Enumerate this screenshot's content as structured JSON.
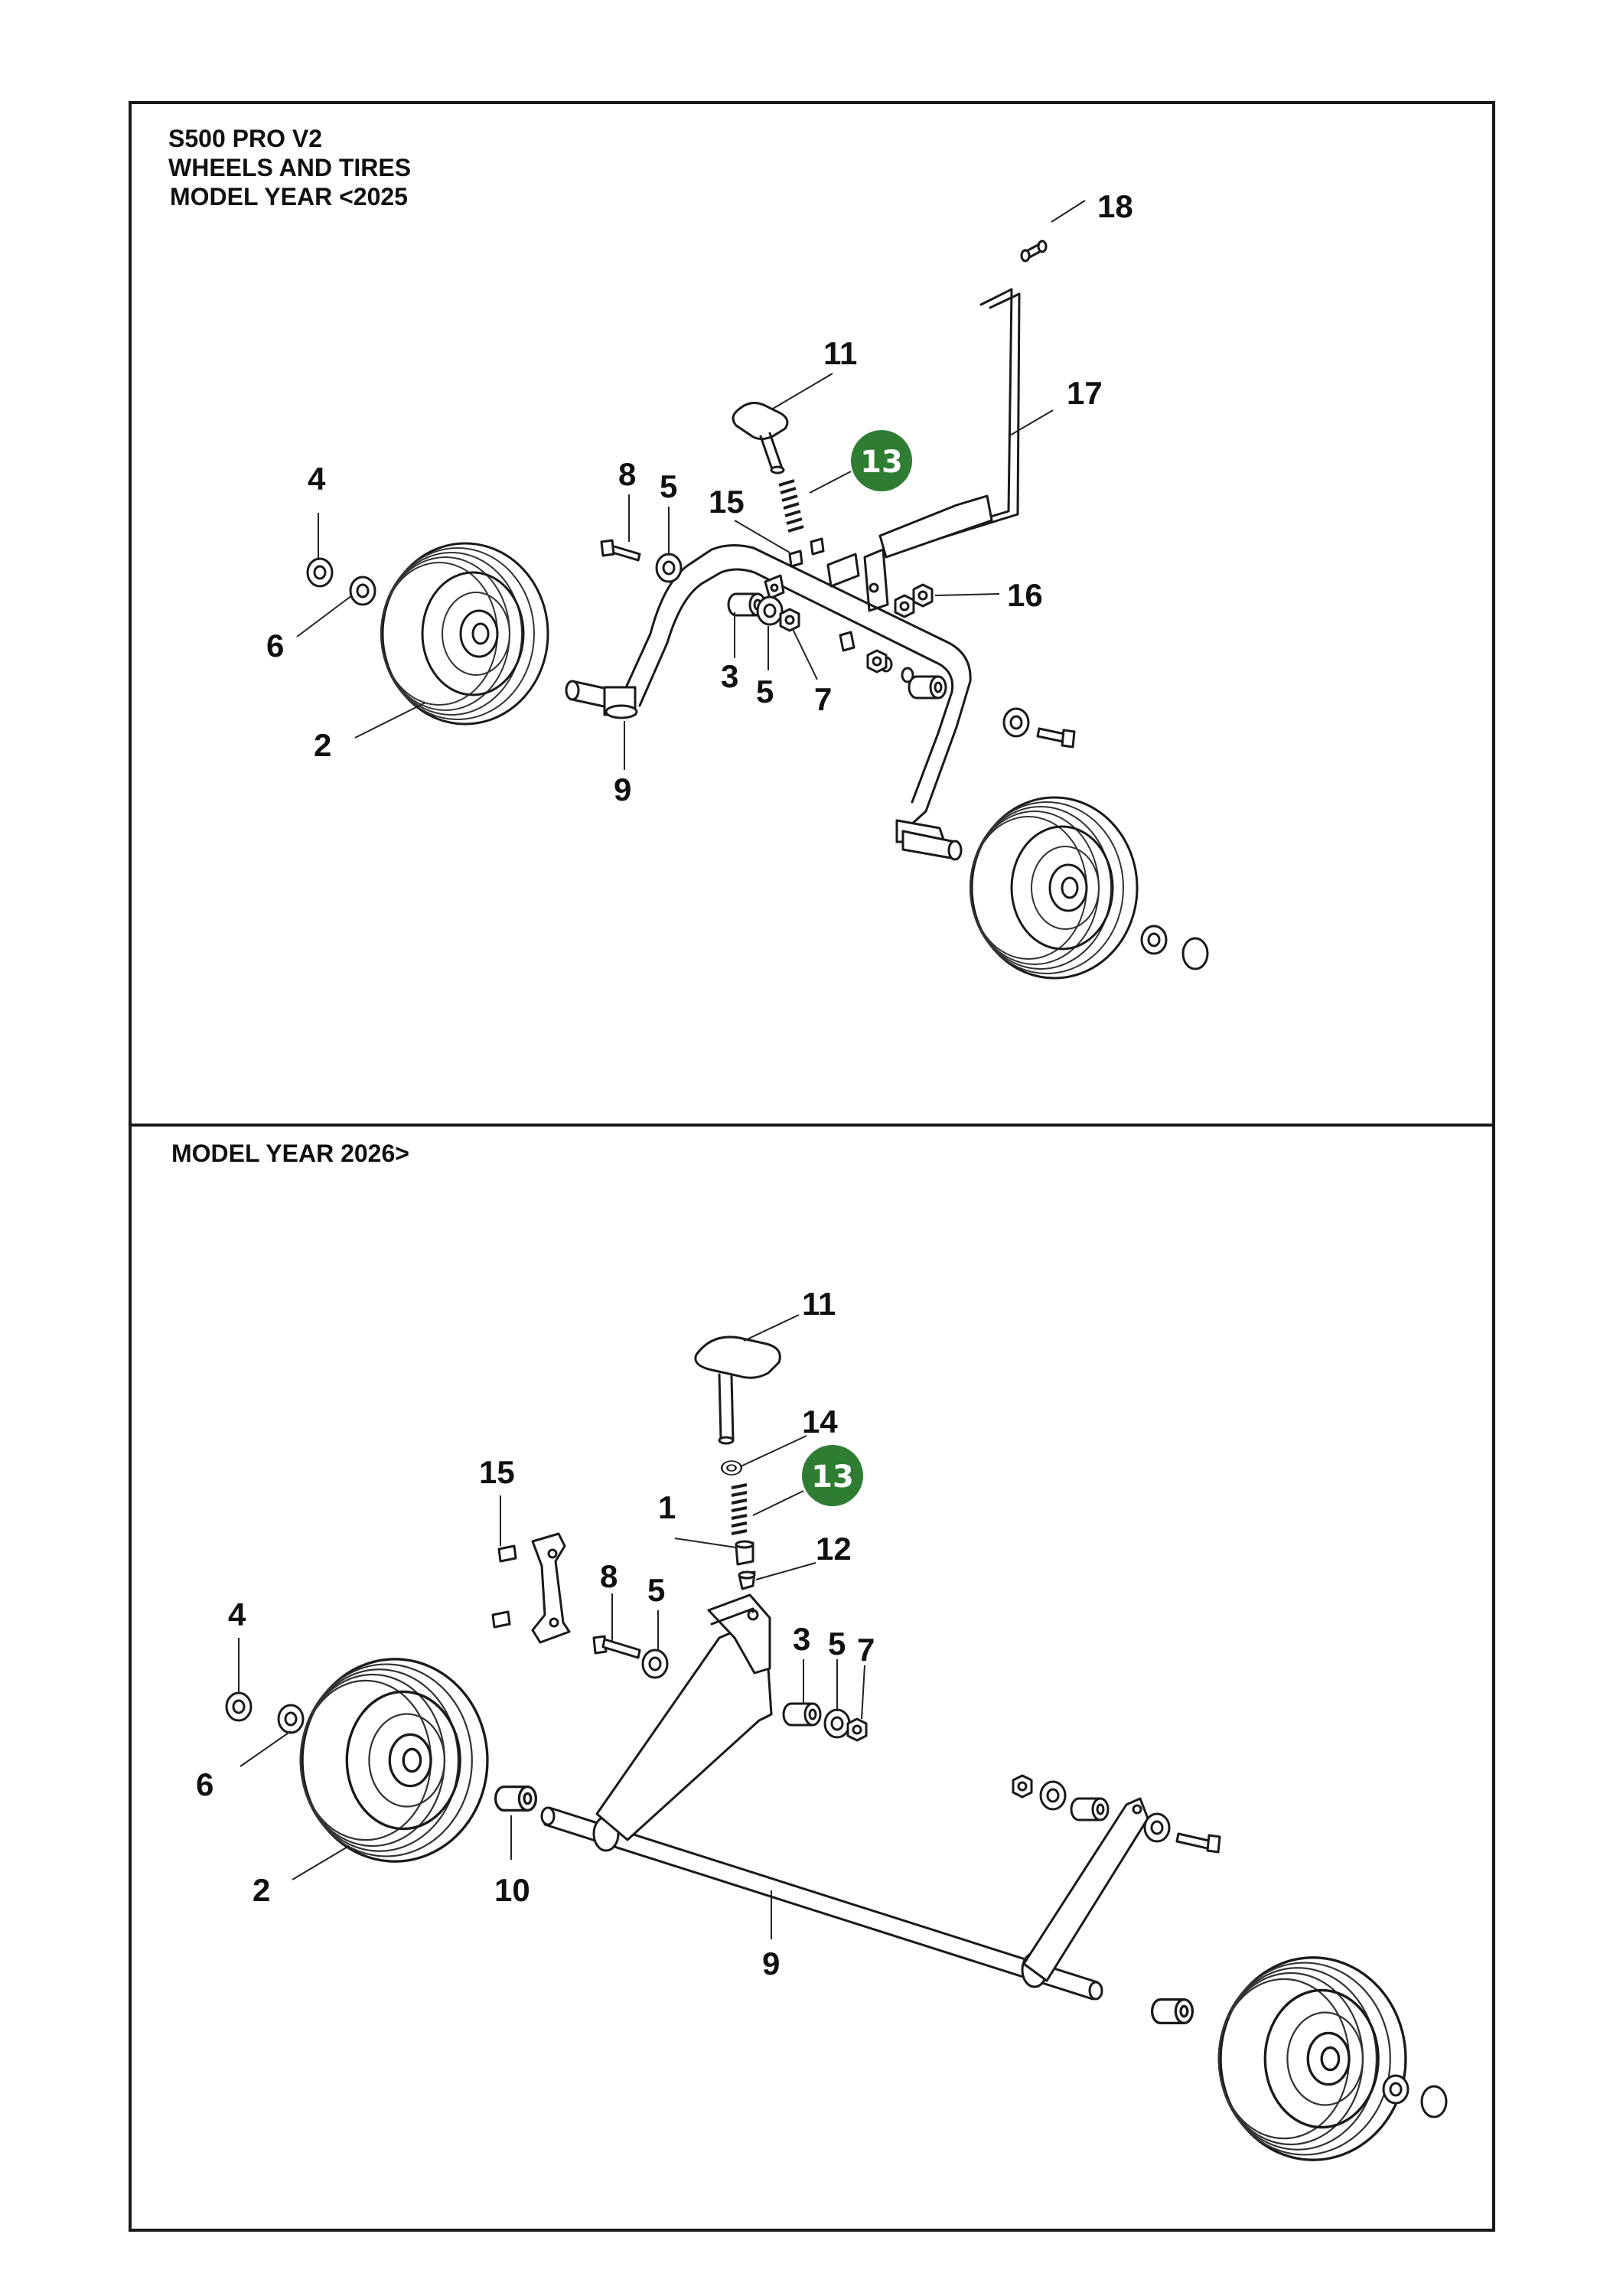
{
  "header": {
    "model_line": "S500 PRO V2",
    "assembly": "WHEELS AND TIRES",
    "top_range": "MODEL YEAR <2025",
    "bottom_range": "MODEL YEAR 2026>"
  },
  "highlight_color": "#2e7d32",
  "top_callouts": {
    "c18": "18",
    "c11": "11",
    "c17": "17",
    "c13": "13",
    "c4": "4",
    "c8": "8",
    "c5a": "5",
    "c15": "15",
    "c16": "16",
    "c6": "6",
    "c3": "3",
    "c5b": "5",
    "c7": "7",
    "c2": "2",
    "c9": "9"
  },
  "bottom_callouts": {
    "c11": "11",
    "c14": "14",
    "c15": "15",
    "c13": "13",
    "c1": "1",
    "c12": "12",
    "c8": "8",
    "c5a": "5",
    "c4": "4",
    "c3": "3",
    "c5b": "5",
    "c7": "7",
    "c6": "6",
    "c2": "2",
    "c10": "10",
    "c9": "9"
  }
}
